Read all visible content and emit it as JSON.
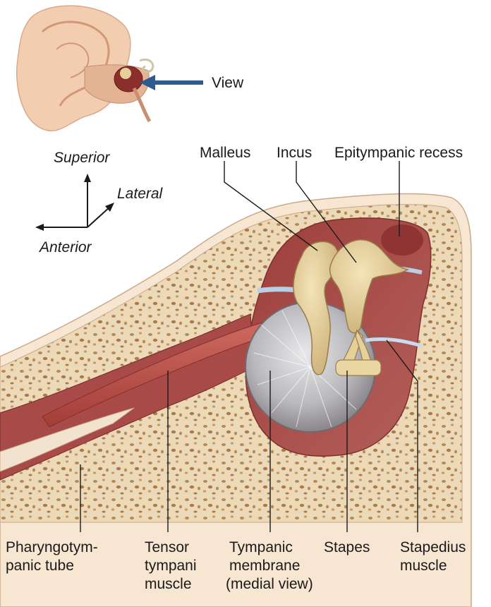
{
  "inset": {
    "arrow_label": "View",
    "arrow_color": "#2e5a93"
  },
  "orientation": {
    "superior": "Superior",
    "lateral": "Lateral",
    "anterior": "Anterior"
  },
  "labels_top": {
    "malleus": "Malleus",
    "incus": "Incus",
    "epitympanic_recess": "Epitympanic recess"
  },
  "labels_bottom": {
    "pharyngotympanic_tube": [
      "Pharyngotym-",
      "panic tube"
    ],
    "tensor_tympani": [
      "Tensor",
      "tympani",
      "muscle"
    ],
    "tympanic_membrane": [
      "Tympanic",
      "membrane",
      "(medial view)"
    ],
    "stapes": [
      "Stapes"
    ],
    "stapedius": [
      "Stapedius",
      "muscle"
    ]
  },
  "colors": {
    "bone_fill": "#ecd9b8",
    "bone_spots": "#b58a57",
    "cavity": "#a84a47",
    "cavity_dark": "#7e2f2f",
    "ossicle": "#e6d09a",
    "membrane": "#bcbcbe",
    "muscle": "#c0584f",
    "ligament": "#b9cfe4",
    "skin": "#f2cdb0"
  }
}
